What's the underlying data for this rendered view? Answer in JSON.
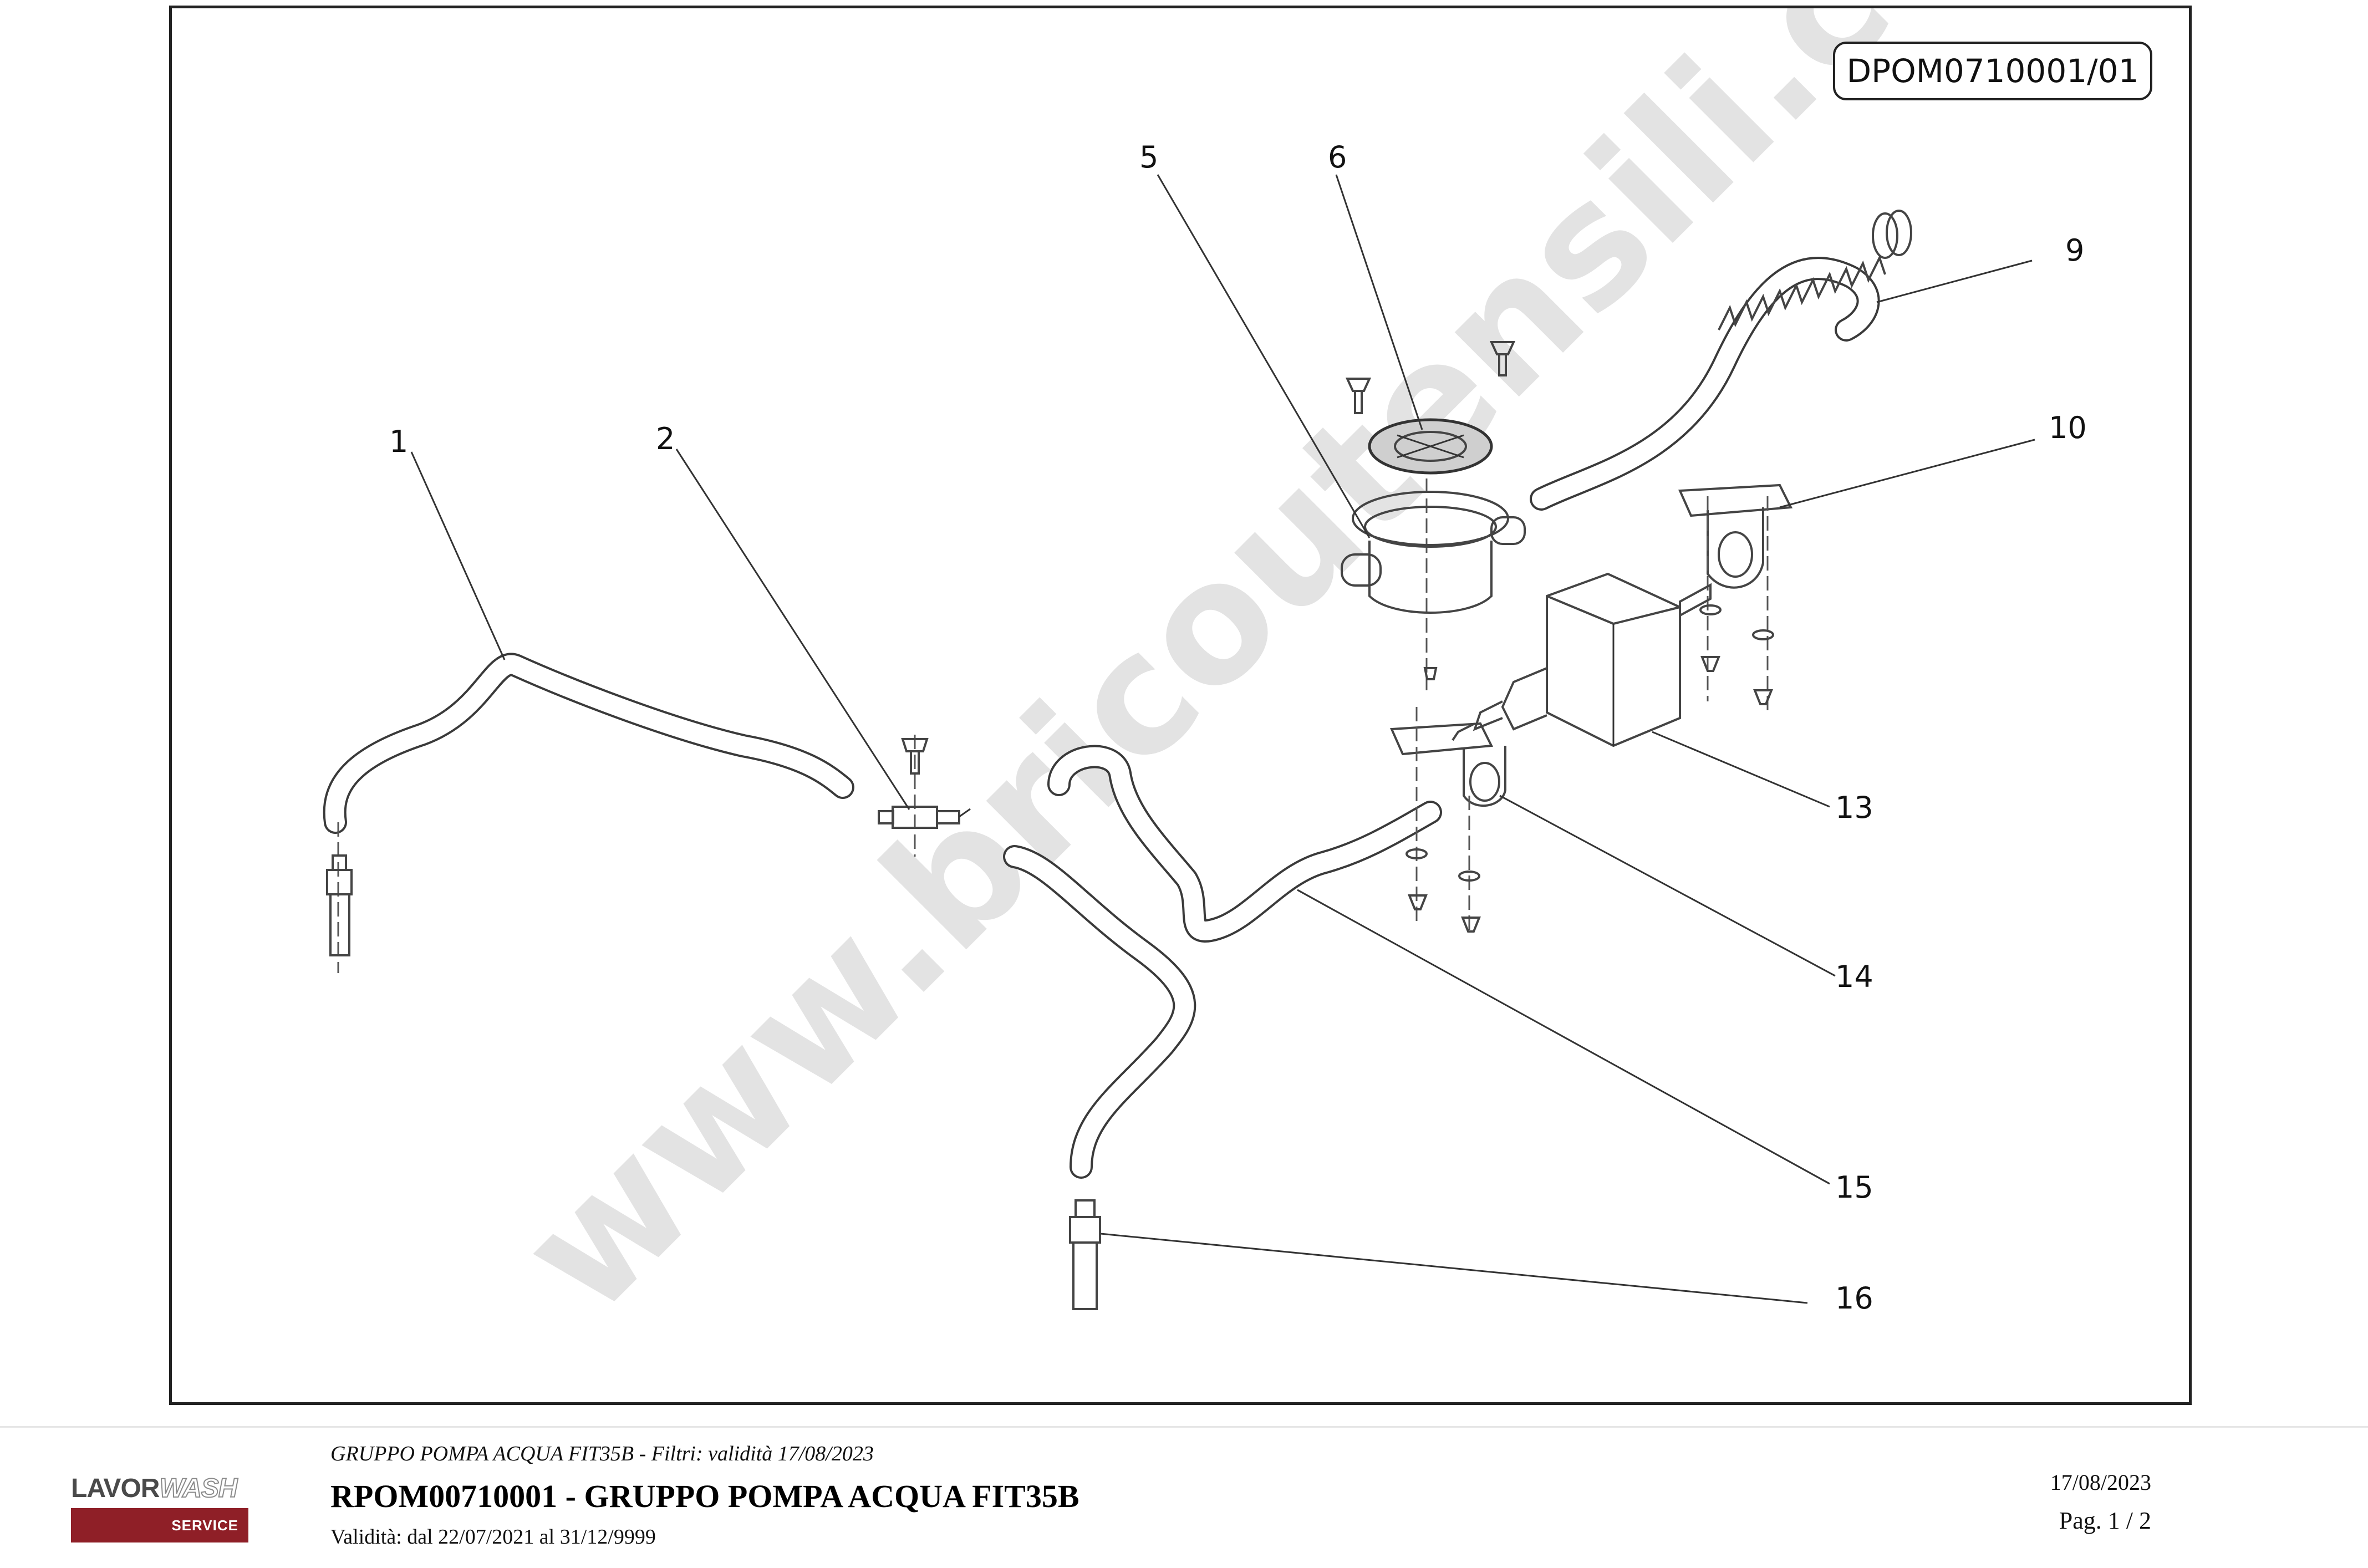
{
  "drawing": {
    "code": "DPOM0710001/01",
    "callouts": [
      "1",
      "2",
      "5",
      "6",
      "9",
      "10",
      "13",
      "14",
      "15",
      "16"
    ],
    "watermark": "www.bricoutensili.com"
  },
  "footer": {
    "logo": {
      "word_dark": "LAVOR",
      "word_light": "WASH",
      "bar_text": "SERVICE",
      "bar_color": "#8f1f27"
    },
    "subtitle": "GRUPPO POMPA ACQUA FIT35B - Filtri: validità 17/08/2023",
    "title": "RPOM00710001 - GRUPPO POMPA ACQUA FIT35B",
    "validity": "Validità: dal 22/07/2021 al 31/12/9999",
    "date": "17/08/2023",
    "page": "Pag. 1 / 2"
  }
}
